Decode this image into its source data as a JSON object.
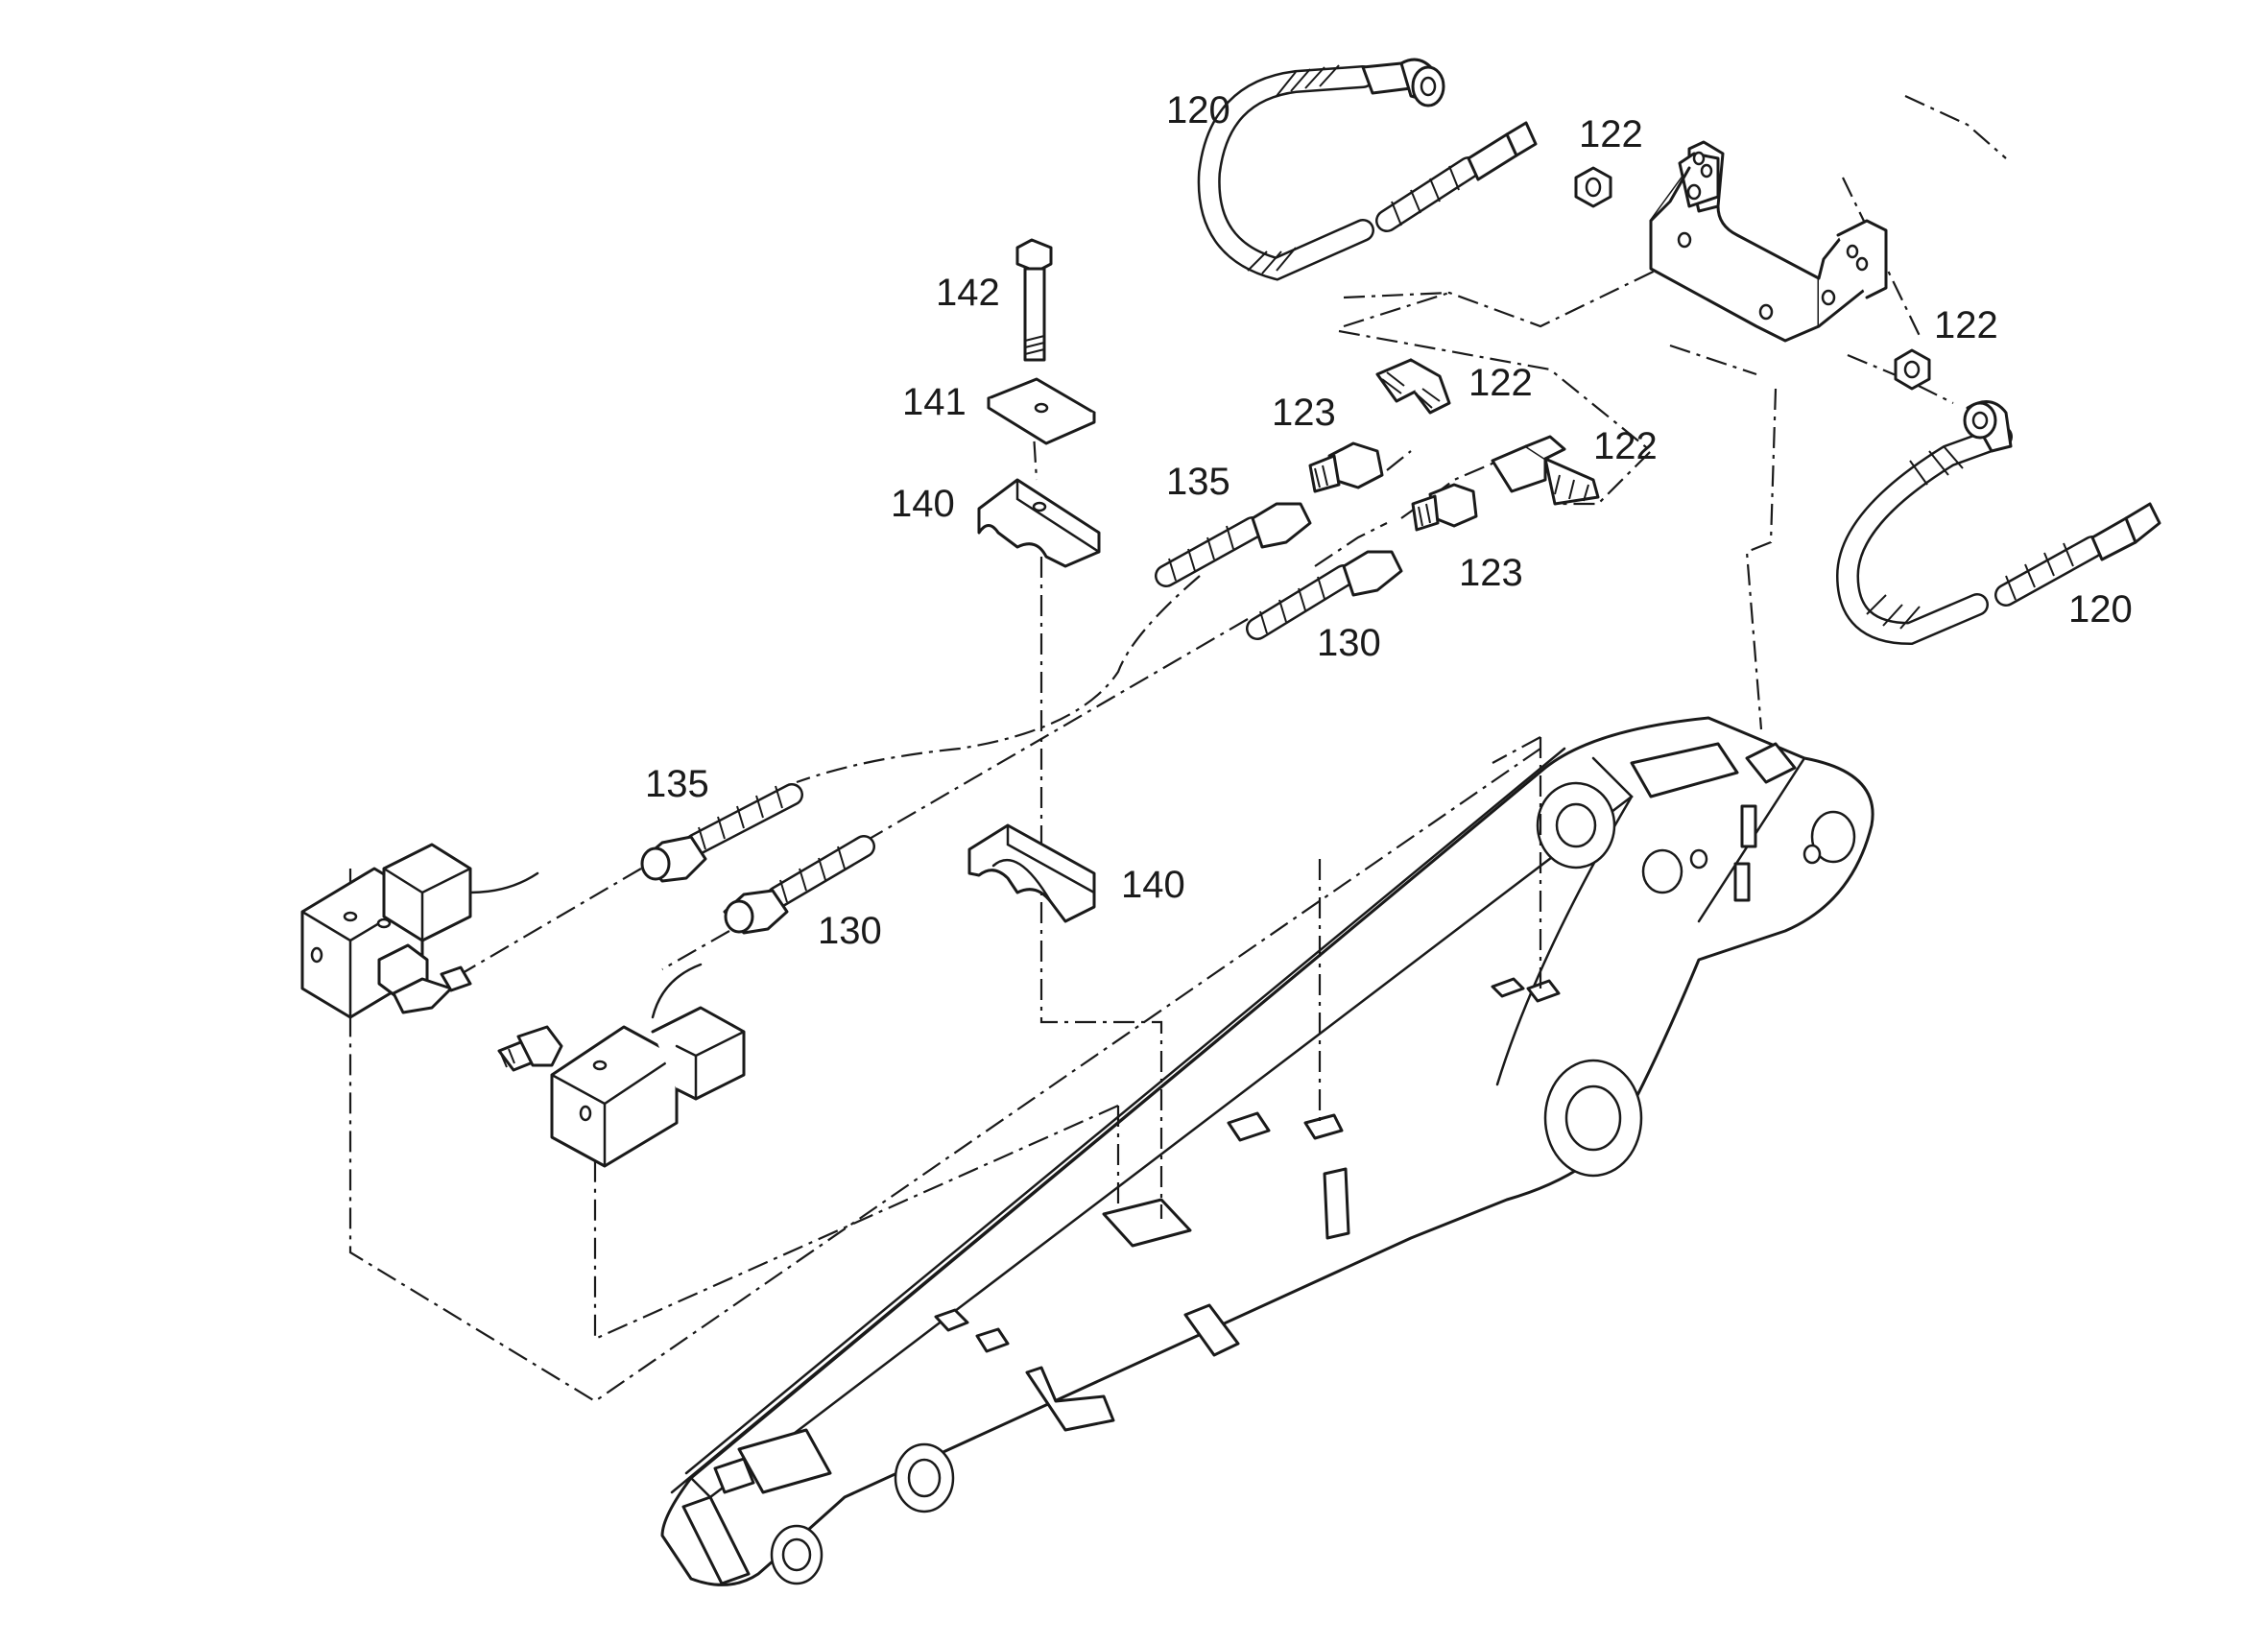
{
  "callouts": {
    "c120a": "120",
    "c120b": "120",
    "c122a": "122",
    "c122b": "122",
    "c122c": "122",
    "c122d": "122",
    "c123a": "123",
    "c123b": "123",
    "c130a": "130",
    "c130b": "130",
    "c135a": "135",
    "c135b": "135",
    "c140a": "140",
    "c140b": "140",
    "c141": "141",
    "c142": "142"
  }
}
